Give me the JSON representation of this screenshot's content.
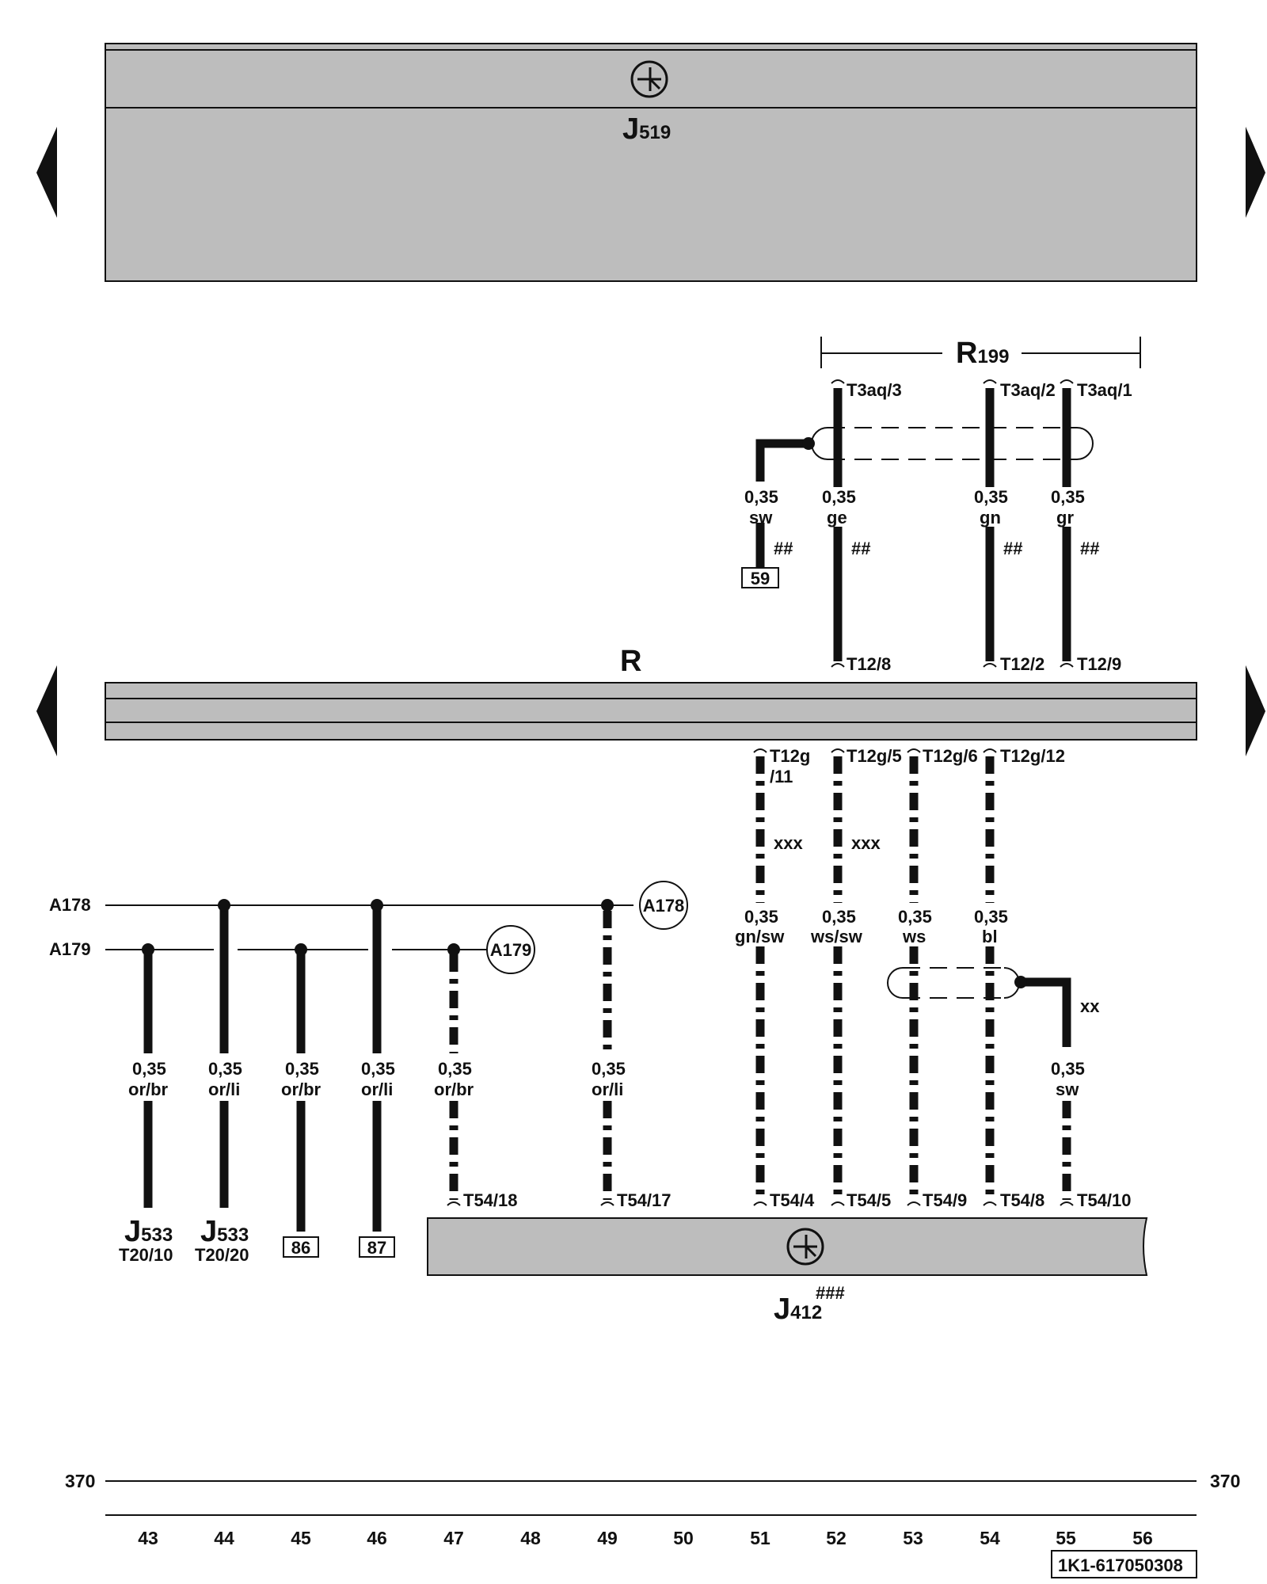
{
  "components": {
    "top_unit": {
      "letter": "J",
      "number": "519"
    },
    "radio": {
      "letter": "R"
    },
    "antenna": {
      "letter": "R",
      "number": "199"
    },
    "bottom_unit": {
      "letter": "J",
      "number": "412",
      "mark": "###"
    },
    "gateway_a": {
      "letter": "J",
      "number": "533",
      "pin": "T20/10"
    },
    "gateway_b": {
      "letter": "J",
      "number": "533",
      "pin": "T20/20"
    }
  },
  "antenna_pins": [
    "T3aq/3",
    "T3aq/2",
    "T3aq/1"
  ],
  "upper_wires": [
    {
      "gauge": "0,35",
      "color": "sw",
      "mark": "##",
      "terminal": "59"
    },
    {
      "gauge": "0,35",
      "color": "ge",
      "mark": "##",
      "pin": "T12/8"
    },
    {
      "gauge": "0,35",
      "color": "gn",
      "mark": "##",
      "pin": "T12/2"
    },
    {
      "gauge": "0,35",
      "color": "gr",
      "mark": "##",
      "pin": "T12/9"
    }
  ],
  "lower_top_pins": [
    "T12g",
    "/11",
    "T12g/5",
    "T12g/6",
    "T12g/12"
  ],
  "lower_marks": [
    "xxx",
    "xxx",
    "xx"
  ],
  "bus_labels": [
    "A178",
    "A179"
  ],
  "bus_circles": [
    "A178",
    "A179"
  ],
  "lower_wires": [
    {
      "gauge": "0,35",
      "color": "or/br"
    },
    {
      "gauge": "0,35",
      "color": "or/li"
    },
    {
      "gauge": "0,35",
      "color": "or/br"
    },
    {
      "gauge": "0,35",
      "color": "or/li"
    },
    {
      "gauge": "0,35",
      "color": "or/br"
    },
    {
      "gauge": "0,35",
      "color": "or/li"
    },
    {
      "gauge": "0,35",
      "color": "gn/sw"
    },
    {
      "gauge": "0,35",
      "color": "ws/sw"
    },
    {
      "gauge": "0,35",
      "color": "ws"
    },
    {
      "gauge": "0,35",
      "color": "bl"
    },
    {
      "gauge": "0,35",
      "color": "sw"
    }
  ],
  "bottom_pins": [
    "T54/18",
    "T54/17",
    "T54/4",
    "T54/5",
    "T54/9",
    "T54/8",
    "T54/10"
  ],
  "terminals": [
    "86",
    "87"
  ],
  "ruler": {
    "ref": "370",
    "numbers": [
      "43",
      "44",
      "45",
      "46",
      "47",
      "48",
      "49",
      "50",
      "51",
      "52",
      "53",
      "54",
      "55",
      "56"
    ],
    "code": "1K1-617050308"
  }
}
